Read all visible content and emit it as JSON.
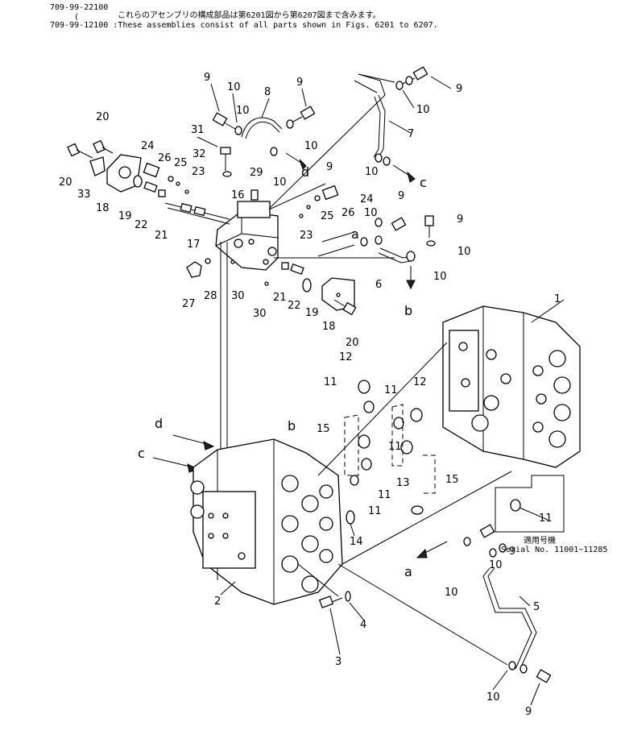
{
  "header": {
    "line1_code": "709-99-22100",
    "line1_text": "これらのアセンブリの構成部品は第6201図から第6207図まで含みます。",
    "tick": "(",
    "line2_code": "709-99-12100",
    "line2_text": ":These assemblies consist of all parts shown in Figs. 6201 to 6207."
  },
  "serial": {
    "jp": "適用号機",
    "en": "Serial No. 11001~11285"
  },
  "callouts": [
    {
      "text": "9"
    },
    {
      "text": "10"
    },
    {
      "text": "8"
    },
    {
      "text": "9"
    },
    {
      "text": "9"
    },
    {
      "text": "10"
    },
    {
      "text": "10"
    },
    {
      "text": "20"
    },
    {
      "text": "31"
    },
    {
      "text": "10"
    },
    {
      "text": "7"
    },
    {
      "text": "24"
    },
    {
      "text": "26"
    },
    {
      "text": "32"
    },
    {
      "text": "25"
    },
    {
      "text": "23"
    },
    {
      "text": "29"
    },
    {
      "text": "d"
    },
    {
      "text": "10"
    },
    {
      "text": "9"
    },
    {
      "text": "10"
    },
    {
      "text": "c"
    },
    {
      "text": "20"
    },
    {
      "text": "33"
    },
    {
      "text": "18"
    },
    {
      "text": "19"
    },
    {
      "text": "22"
    },
    {
      "text": "21"
    },
    {
      "text": "16"
    },
    {
      "text": "24"
    },
    {
      "text": "26"
    },
    {
      "text": "25"
    },
    {
      "text": "9"
    },
    {
      "text": "10"
    },
    {
      "text": "9"
    },
    {
      "text": "17"
    },
    {
      "text": "23"
    },
    {
      "text": "a"
    },
    {
      "text": "10"
    },
    {
      "text": "6"
    },
    {
      "text": "10"
    },
    {
      "text": "27"
    },
    {
      "text": "28"
    },
    {
      "text": "30"
    },
    {
      "text": "30"
    },
    {
      "text": "21"
    },
    {
      "text": "22"
    },
    {
      "text": "19"
    },
    {
      "text": "18"
    },
    {
      "text": "b"
    },
    {
      "text": "20"
    },
    {
      "text": "1"
    },
    {
      "text": "12"
    },
    {
      "text": "11"
    },
    {
      "text": "11"
    },
    {
      "text": "12"
    },
    {
      "text": "d"
    },
    {
      "text": "b"
    },
    {
      "text": "15"
    },
    {
      "text": "c"
    },
    {
      "text": "11"
    },
    {
      "text": "13"
    },
    {
      "text": "15"
    },
    {
      "text": "11"
    },
    {
      "text": "11"
    },
    {
      "text": "11"
    },
    {
      "text": "14"
    },
    {
      "text": "9"
    },
    {
      "text": "10"
    },
    {
      "text": "a"
    },
    {
      "text": "10"
    },
    {
      "text": "2"
    },
    {
      "text": "5"
    },
    {
      "text": "4"
    },
    {
      "text": "3"
    },
    {
      "text": "10"
    },
    {
      "text": "9"
    }
  ]
}
